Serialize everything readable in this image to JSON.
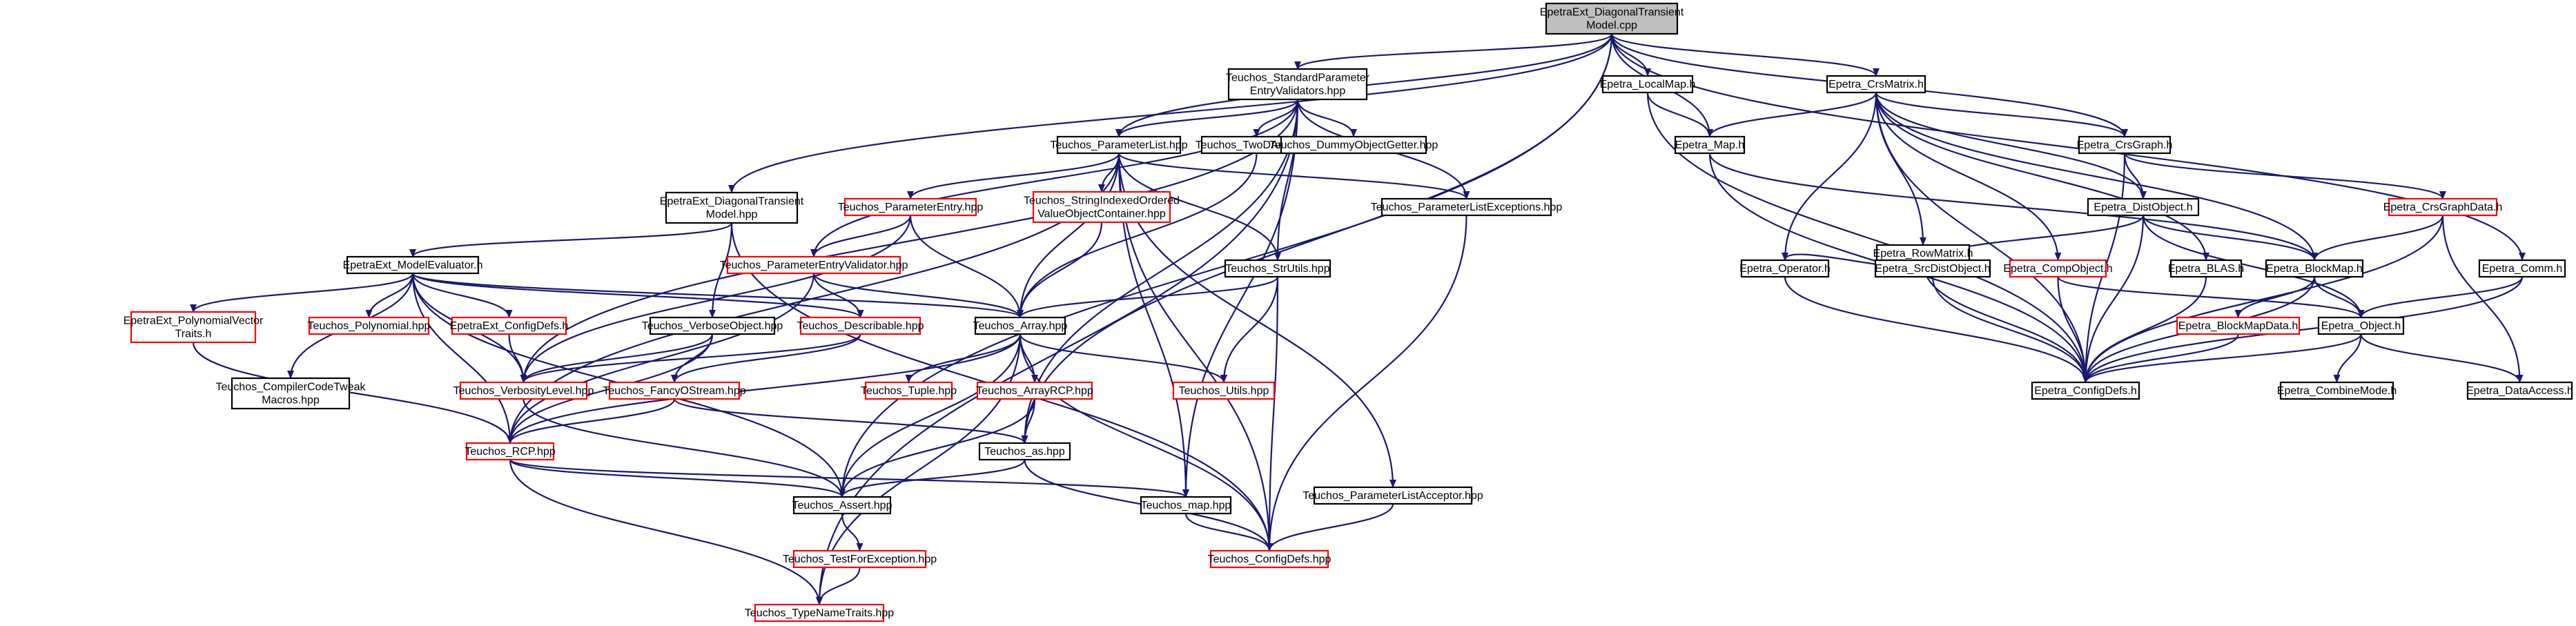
{
  "colors": {
    "edge": "#191970",
    "box_normal": "#000000",
    "box_incomplete": "#ff0000",
    "root_fill": "#bfbfbf",
    "text": "#000000"
  },
  "nodes": [
    {
      "id": "root",
      "lines": [
        "EpetraExt_DiagonalTransient",
        "Model.cpp"
      ],
      "kind": "root"
    },
    {
      "id": "spev",
      "lines": [
        "Teuchos_StandardParameter",
        "EntryValidators.hpp"
      ],
      "kind": "normal"
    },
    {
      "id": "localmap",
      "lines": [
        "Epetra_LocalMap.h"
      ],
      "kind": "normal"
    },
    {
      "id": "crsmatrix",
      "lines": [
        "Epetra_CrsMatrix.h"
      ],
      "kind": "normal"
    },
    {
      "id": "plist",
      "lines": [
        "Teuchos_ParameterList.hpp"
      ],
      "kind": "normal"
    },
    {
      "id": "twod",
      "lines": [
        "Teuchos_TwoDArray.hpp"
      ],
      "kind": "normal"
    },
    {
      "id": "dummy",
      "lines": [
        "Teuchos_DummyObjectGetter.hpp"
      ],
      "kind": "normal"
    },
    {
      "id": "map",
      "lines": [
        "Epetra_Map.h"
      ],
      "kind": "normal"
    },
    {
      "id": "crsgraph",
      "lines": [
        "Epetra_CrsGraph.h"
      ],
      "kind": "normal"
    },
    {
      "id": "dtm_hpp",
      "lines": [
        "EpetraExt_DiagonalTransient",
        "Model.hpp"
      ],
      "kind": "normal"
    },
    {
      "id": "pentry",
      "lines": [
        "Teuchos_ParameterEntry.hpp"
      ],
      "kind": "incomplete"
    },
    {
      "id": "sio",
      "lines": [
        "Teuchos_StringIndexedOrdered",
        "ValueObjectContainer.hpp"
      ],
      "kind": "incomplete"
    },
    {
      "id": "plexc",
      "lines": [
        "Teuchos_ParameterListExceptions.hpp"
      ],
      "kind": "normal"
    },
    {
      "id": "rowmatrix",
      "lines": [
        "Epetra_RowMatrix.h"
      ],
      "kind": "normal"
    },
    {
      "id": "distobj",
      "lines": [
        "Epetra_DistObject.h"
      ],
      "kind": "normal"
    },
    {
      "id": "crsgraphdata",
      "lines": [
        "Epetra_CrsGraphData.h"
      ],
      "kind": "incomplete"
    },
    {
      "id": "modeleval",
      "lines": [
        "EpetraExt_ModelEvaluator.h"
      ],
      "kind": "normal"
    },
    {
      "id": "pev",
      "lines": [
        "Teuchos_ParameterEntryValidator.hpp"
      ],
      "kind": "incomplete"
    },
    {
      "id": "strutils",
      "lines": [
        "Teuchos_StrUtils.hpp"
      ],
      "kind": "normal"
    },
    {
      "id": "operator",
      "lines": [
        "Epetra_Operator.h"
      ],
      "kind": "normal"
    },
    {
      "id": "srcdist",
      "lines": [
        "Epetra_SrcDistObject.h"
      ],
      "kind": "normal"
    },
    {
      "id": "compobj",
      "lines": [
        "Epetra_CompObject.h"
      ],
      "kind": "incomplete"
    },
    {
      "id": "blas",
      "lines": [
        "Epetra_BLAS.h"
      ],
      "kind": "normal"
    },
    {
      "id": "blockmap",
      "lines": [
        "Epetra_BlockMap.h"
      ],
      "kind": "normal"
    },
    {
      "id": "comm",
      "lines": [
        "Epetra_Comm.h"
      ],
      "kind": "normal"
    },
    {
      "id": "polyvec",
      "lines": [
        "EpetraExt_PolynomialVector",
        "Traits.h"
      ],
      "kind": "incomplete"
    },
    {
      "id": "polynomial",
      "lines": [
        "Teuchos_Polynomial.hpp"
      ],
      "kind": "incomplete"
    },
    {
      "id": "ext_config",
      "lines": [
        "EpetraExt_ConfigDefs.h"
      ],
      "kind": "incomplete"
    },
    {
      "id": "verbobj",
      "lines": [
        "Teuchos_VerboseObject.hpp"
      ],
      "kind": "normal"
    },
    {
      "id": "describable",
      "lines": [
        "Teuchos_Describable.hpp"
      ],
      "kind": "incomplete"
    },
    {
      "id": "array",
      "lines": [
        "Teuchos_Array.hpp"
      ],
      "kind": "normal"
    },
    {
      "id": "blockmapdata",
      "lines": [
        "Epetra_BlockMapData.h"
      ],
      "kind": "incomplete"
    },
    {
      "id": "object",
      "lines": [
        "Epetra_Object.h"
      ],
      "kind": "normal"
    },
    {
      "id": "compiler",
      "lines": [
        "Teuchos_CompilerCodeTweak",
        "Macros.hpp"
      ],
      "kind": "normal"
    },
    {
      "id": "verblevel",
      "lines": [
        "Teuchos_VerbosityLevel.hpp"
      ],
      "kind": "incomplete"
    },
    {
      "id": "fancy",
      "lines": [
        "Teuchos_FancyOStream.hpp"
      ],
      "kind": "incomplete"
    },
    {
      "id": "tuple",
      "lines": [
        "Teuchos_Tuple.hpp"
      ],
      "kind": "incomplete"
    },
    {
      "id": "arrayrcp",
      "lines": [
        "Teuchos_ArrayRCP.hpp"
      ],
      "kind": "incomplete"
    },
    {
      "id": "utils",
      "lines": [
        "Teuchos_Utils.hpp"
      ],
      "kind": "incomplete"
    },
    {
      "id": "ep_config",
      "lines": [
        "Epetra_ConfigDefs.h"
      ],
      "kind": "normal"
    },
    {
      "id": "combine",
      "lines": [
        "Epetra_CombineMode.h"
      ],
      "kind": "normal"
    },
    {
      "id": "dataaccess",
      "lines": [
        "Epetra_DataAccess.h"
      ],
      "kind": "normal"
    },
    {
      "id": "rcp",
      "lines": [
        "Teuchos_RCP.hpp"
      ],
      "kind": "incomplete"
    },
    {
      "id": "as",
      "lines": [
        "Teuchos_as.hpp"
      ],
      "kind": "normal"
    },
    {
      "id": "placceptor",
      "lines": [
        "Teuchos_ParameterListAcceptor.hpp"
      ],
      "kind": "normal"
    },
    {
      "id": "assert",
      "lines": [
        "Teuchos_Assert.hpp"
      ],
      "kind": "normal"
    },
    {
      "id": "tmap",
      "lines": [
        "Teuchos_map.hpp"
      ],
      "kind": "normal"
    },
    {
      "id": "t_config",
      "lines": [
        "Teuchos_ConfigDefs.hpp"
      ],
      "kind": "incomplete"
    },
    {
      "id": "testexc",
      "lines": [
        "Teuchos_TestForException.hpp"
      ],
      "kind": "incomplete"
    },
    {
      "id": "typename",
      "lines": [
        "Teuchos_TypeNameTraits.hpp"
      ],
      "kind": "incomplete"
    }
  ],
  "edges": [
    [
      "root",
      "spev"
    ],
    [
      "root",
      "localmap"
    ],
    [
      "root",
      "crsmatrix"
    ],
    [
      "root",
      "map"
    ],
    [
      "root",
      "crsgraph"
    ],
    [
      "root",
      "comm"
    ],
    [
      "root",
      "plist"
    ],
    [
      "root",
      "dtm_hpp"
    ],
    [
      "root",
      "as"
    ],
    [
      "root",
      "assert"
    ],
    [
      "spev",
      "plist"
    ],
    [
      "spev",
      "twod"
    ],
    [
      "spev",
      "dummy"
    ],
    [
      "spev",
      "plexc"
    ],
    [
      "spev",
      "pev"
    ],
    [
      "spev",
      "strutils"
    ],
    [
      "spev",
      "verblevel"
    ],
    [
      "spev",
      "as"
    ],
    [
      "spev",
      "tmap"
    ],
    [
      "spev",
      "typename"
    ],
    [
      "localmap",
      "map"
    ],
    [
      "localmap",
      "ep_config"
    ],
    [
      "crsmatrix",
      "map"
    ],
    [
      "crsmatrix",
      "crsgraph"
    ],
    [
      "crsmatrix",
      "rowmatrix"
    ],
    [
      "crsmatrix",
      "operator"
    ],
    [
      "crsmatrix",
      "distobj"
    ],
    [
      "crsmatrix",
      "compobj"
    ],
    [
      "crsmatrix",
      "blas"
    ],
    [
      "crsmatrix",
      "blockmap"
    ],
    [
      "crsmatrix",
      "ep_config"
    ],
    [
      "plist",
      "pentry"
    ],
    [
      "plist",
      "sio"
    ],
    [
      "plist",
      "plexc"
    ],
    [
      "plist",
      "array"
    ],
    [
      "plist",
      "strutils"
    ],
    [
      "plist",
      "tmap"
    ],
    [
      "plist",
      "rcp"
    ],
    [
      "plist",
      "placceptor"
    ],
    [
      "plist",
      "t_config"
    ],
    [
      "twod",
      "array"
    ],
    [
      "map",
      "blockmap"
    ],
    [
      "map",
      "ep_config"
    ],
    [
      "crsgraph",
      "distobj"
    ],
    [
      "crsgraph",
      "crsgraphdata"
    ],
    [
      "crsgraph",
      "ep_config"
    ],
    [
      "dtm_hpp",
      "modeleval"
    ],
    [
      "dtm_hpp",
      "verbobj"
    ],
    [
      "dtm_hpp",
      "t_config"
    ],
    [
      "pentry",
      "pev"
    ],
    [
      "pentry",
      "array"
    ],
    [
      "pentry",
      "verblevel"
    ],
    [
      "sio",
      "array"
    ],
    [
      "plexc",
      "t_config"
    ],
    [
      "rowmatrix",
      "operator"
    ],
    [
      "rowmatrix",
      "srcdist"
    ],
    [
      "rowmatrix",
      "ep_config"
    ],
    [
      "distobj",
      "srcdist"
    ],
    [
      "distobj",
      "blockmap"
    ],
    [
      "distobj",
      "object"
    ],
    [
      "distobj",
      "ep_config"
    ],
    [
      "crsgraphdata",
      "blockmap"
    ],
    [
      "crsgraphdata",
      "dataaccess"
    ],
    [
      "crsgraphdata",
      "ep_config"
    ],
    [
      "modeleval",
      "polyvec"
    ],
    [
      "modeleval",
      "polynomial"
    ],
    [
      "modeleval",
      "ext_config"
    ],
    [
      "modeleval",
      "compiler"
    ],
    [
      "modeleval",
      "describable"
    ],
    [
      "modeleval",
      "array"
    ],
    [
      "modeleval",
      "verblevel"
    ],
    [
      "modeleval",
      "rcp"
    ],
    [
      "modeleval",
      "assert"
    ],
    [
      "pev",
      "describable"
    ],
    [
      "pev",
      "array"
    ],
    [
      "pev",
      "rcp"
    ],
    [
      "strutils",
      "array"
    ],
    [
      "strutils",
      "utils"
    ],
    [
      "strutils",
      "t_config"
    ],
    [
      "operator",
      "ep_config"
    ],
    [
      "srcdist",
      "ep_config"
    ],
    [
      "compobj",
      "object"
    ],
    [
      "compobj",
      "ep_config"
    ],
    [
      "blas",
      "ep_config"
    ],
    [
      "blockmap",
      "blockmapdata"
    ],
    [
      "blockmap",
      "object"
    ],
    [
      "blockmap",
      "ep_config"
    ],
    [
      "comm",
      "object"
    ],
    [
      "comm",
      "ep_config"
    ],
    [
      "polyvec",
      "rcp"
    ],
    [
      "ext_config",
      "verblevel"
    ],
    [
      "verbobj",
      "verblevel"
    ],
    [
      "verbobj",
      "fancy"
    ],
    [
      "verbobj",
      "rcp"
    ],
    [
      "describable",
      "verblevel"
    ],
    [
      "describable",
      "fancy"
    ],
    [
      "array",
      "tuple"
    ],
    [
      "array",
      "arrayrcp"
    ],
    [
      "array",
      "utils"
    ],
    [
      "array",
      "assert"
    ],
    [
      "array",
      "t_config"
    ],
    [
      "array",
      "typename"
    ],
    [
      "array",
      "rcp"
    ],
    [
      "blockmapdata",
      "ep_config"
    ],
    [
      "object",
      "ep_config"
    ],
    [
      "object",
      "combine"
    ],
    [
      "object",
      "dataaccess"
    ],
    [
      "verblevel",
      "assert"
    ],
    [
      "fancy",
      "rcp"
    ],
    [
      "fancy",
      "as"
    ],
    [
      "arrayrcp",
      "as"
    ],
    [
      "arrayrcp",
      "assert"
    ],
    [
      "rcp",
      "assert"
    ],
    [
      "rcp",
      "typename"
    ],
    [
      "rcp",
      "tmap"
    ],
    [
      "as",
      "assert"
    ],
    [
      "as",
      "t_config"
    ],
    [
      "placceptor",
      "t_config"
    ],
    [
      "assert",
      "testexc"
    ],
    [
      "tmap",
      "t_config"
    ],
    [
      "testexc",
      "typename"
    ]
  ]
}
